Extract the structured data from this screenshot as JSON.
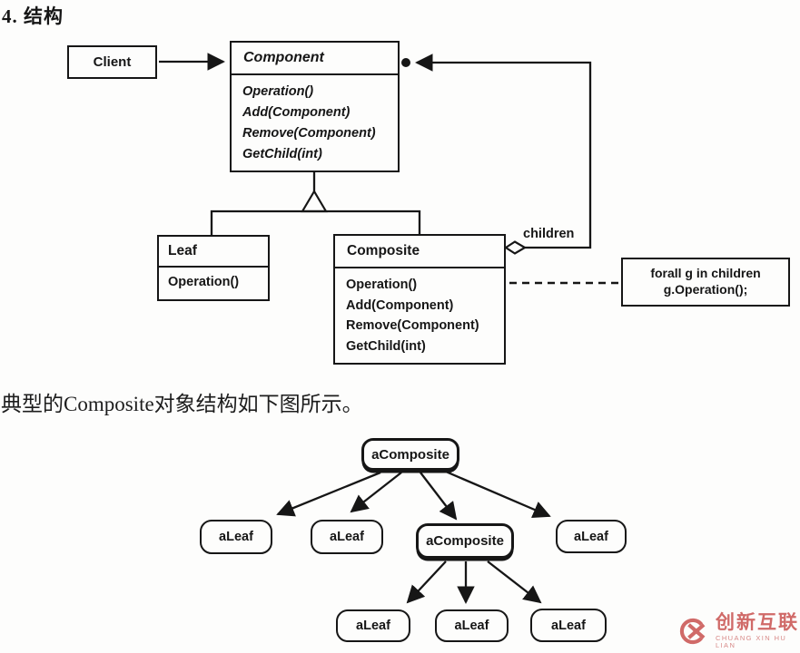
{
  "page": {
    "heading": "4. 结构",
    "caption": "典型的Composite对象结构如下图所示。"
  },
  "uml": {
    "client": {
      "title": "Client"
    },
    "component": {
      "title": "Component",
      "methods": [
        "Operation()",
        "Add(Component)",
        "Remove(Component)",
        "GetChild(int)"
      ]
    },
    "leaf": {
      "title": "Leaf",
      "methods": [
        "Operation()"
      ]
    },
    "composite": {
      "title": "Composite",
      "methods": [
        "Operation()",
        "Add(Component)",
        "Remove(Component)",
        "GetChild(int)"
      ]
    },
    "children_label": "children",
    "note": {
      "line1": "forall g in children",
      "line2": "g.Operation();"
    }
  },
  "object_diagram": {
    "root": "aComposite",
    "level2": [
      "aLeaf",
      "aLeaf",
      "aComposite",
      "aLeaf"
    ],
    "level3": [
      "aLeaf",
      "aLeaf",
      "aLeaf"
    ]
  },
  "watermark": {
    "brand": "创新互联",
    "subtext": "CHUANG XIN HU LIAN",
    "color": "#d06a68"
  },
  "colors": {
    "ink": "#161616",
    "background": "#fdfdfc"
  }
}
